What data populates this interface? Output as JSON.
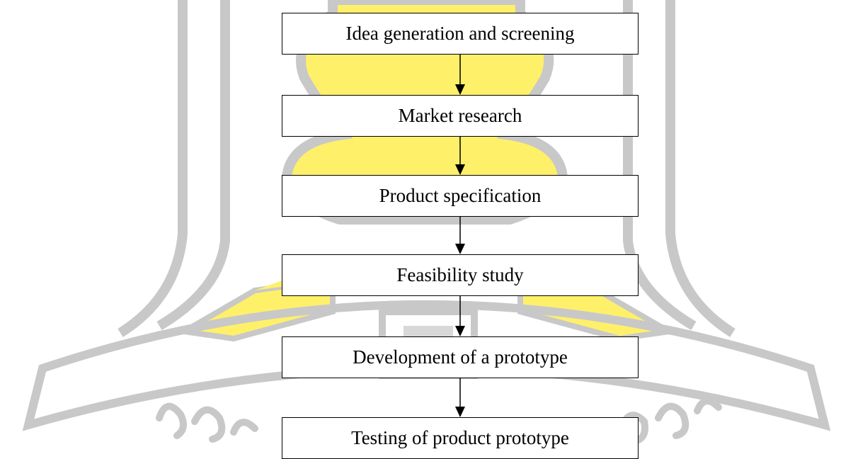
{
  "flowchart": {
    "steps": [
      {
        "label": "Idea generation and screening"
      },
      {
        "label": "Market research"
      },
      {
        "label": "Product specification"
      },
      {
        "label": "Feasibility study"
      },
      {
        "label": "Development of a prototype"
      },
      {
        "label": "Testing of product prototype"
      }
    ],
    "arrow_color": "#000000"
  },
  "watermark": {
    "stroke_color": "#c8c8c8",
    "fill_color": "#fff06a"
  }
}
